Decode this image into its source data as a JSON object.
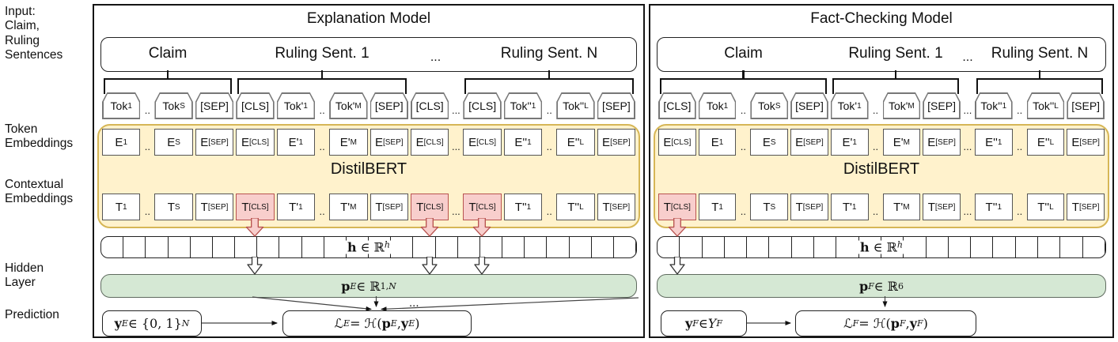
{
  "side_labels": {
    "input": [
      "Input:",
      "Claim,",
      "Ruling",
      "Sentences"
    ],
    "token": [
      "Token",
      "Embeddings"
    ],
    "contextual": [
      "Contextual",
      "Embeddings"
    ],
    "hidden": [
      "Hidden",
      "Layer"
    ],
    "prediction": [
      "Prediction"
    ]
  },
  "colors": {
    "yellow_fill": "#FFF2CC",
    "yellow_border": "#D6B656",
    "pink_fill": "#F8CECC",
    "pink_border": "#B85450",
    "green_fill": "#D5E8D4"
  },
  "panels": [
    {
      "title": "Explanation Model",
      "distilbert": "DistilBERT",
      "input_groups": [
        {
          "label": "Claim",
          "from": 0,
          "to": 3
        },
        {
          "label": "Ruling Sent. 1",
          "from": 4,
          "to": 8
        },
        {
          "label": "Ruling Sent. N",
          "from": 11,
          "to": 15
        }
      ],
      "input_gap_dots": "...",
      "tokens": [
        {
          "label": "Tok_{1}"
        },
        {
          "dots": ".."
        },
        {
          "label": "Tok_{S}"
        },
        {
          "label": "[SEP]"
        },
        {
          "label": "[CLS]"
        },
        {
          "label": "Tok'_{1}"
        },
        {
          "dots": ".."
        },
        {
          "label": "Tok'_{M}"
        },
        {
          "label": "[SEP]"
        },
        {
          "label": "[CLS]"
        },
        {
          "dots": "..."
        },
        {
          "label": "[CLS]"
        },
        {
          "label": "Tok''_{1}"
        },
        {
          "dots": ".."
        },
        {
          "label": "Tok''_{L}"
        },
        {
          "label": "[SEP]"
        }
      ],
      "embeddings": [
        {
          "label": "E_{1}"
        },
        {
          "dots": ".."
        },
        {
          "label": "E_{S}"
        },
        {
          "label": "E_{[SEP]}"
        },
        {
          "label": "E_{[CLS]}"
        },
        {
          "label": "E'_{1}"
        },
        {
          "dots": ".."
        },
        {
          "label": "E'_{M}"
        },
        {
          "label": "E_{[SEP]}"
        },
        {
          "label": "E_{[CLS]}"
        },
        {
          "dots": "..."
        },
        {
          "label": "E_{[CLS]}"
        },
        {
          "label": "E''_{1}"
        },
        {
          "dots": ".."
        },
        {
          "label": "E''_{L}"
        },
        {
          "label": "E_{[SEP]}"
        }
      ],
      "contextual": [
        {
          "label": "T_{1}"
        },
        {
          "dots": ".."
        },
        {
          "label": "T_{S}"
        },
        {
          "label": "T_{[SEP]}"
        },
        {
          "label": "T_{[CLS]}",
          "hl": true
        },
        {
          "label": "T'_{1}"
        },
        {
          "dots": ".."
        },
        {
          "label": "T'_{M}"
        },
        {
          "label": "T_{[SEP]}"
        },
        {
          "label": "T_{[CLS]}",
          "hl": true
        },
        {
          "dots": "..."
        },
        {
          "label": "T_{[CLS]}",
          "hl": true
        },
        {
          "label": "T''_{1}"
        },
        {
          "dots": ".."
        },
        {
          "label": "T''_{L}"
        },
        {
          "label": "T_{[SEP]}"
        }
      ],
      "hidden_cells": 24,
      "hidden_label": "**h** ∈ ℝ^{*h*}",
      "dense_label": "**p**^{*E*} ∈ ℝ^{1,*N*}",
      "fanout_dots": "...",
      "truth_label": "**y**^{*E*} ∈ {0, 1}^{*N*}",
      "loss_label": "ℒ_{*E*} = ℋ(**p**^{*E*}, **y**^{*E*})"
    },
    {
      "title": "Fact-Checking Model",
      "distilbert": "DistilBERT",
      "input_groups": [
        {
          "label": "Claim",
          "from": 0,
          "to": 4
        },
        {
          "label": "Ruling Sent. 1",
          "from": 5,
          "to": 8
        },
        {
          "label": "Ruling Sent. N",
          "from": 10,
          "to": 13
        }
      ],
      "input_gap_dots": "...",
      "tokens": [
        {
          "label": "[CLS]"
        },
        {
          "label": "Tok_{1}"
        },
        {
          "dots": ".."
        },
        {
          "label": "Tok_{S}"
        },
        {
          "label": "[SEP]"
        },
        {
          "label": "Tok'_{1}"
        },
        {
          "dots": ".."
        },
        {
          "label": "Tok'_{M}"
        },
        {
          "label": "[SEP]"
        },
        {
          "dots": "..."
        },
        {
          "label": "Tok''_{1}"
        },
        {
          "dots": ".."
        },
        {
          "label": "Tok''_{L}"
        },
        {
          "label": "[SEP]"
        }
      ],
      "embeddings": [
        {
          "label": "E_{[CLS]}"
        },
        {
          "label": "E_{1}"
        },
        {
          "dots": ".."
        },
        {
          "label": "E_{S}"
        },
        {
          "label": "E_{[SEP]}"
        },
        {
          "label": "E'_{1}"
        },
        {
          "dots": ".."
        },
        {
          "label": "E'_{M}"
        },
        {
          "label": "E_{[SEP]}"
        },
        {
          "dots": "..."
        },
        {
          "label": "E''_{1}"
        },
        {
          "dots": ".."
        },
        {
          "label": "E''_{L}"
        },
        {
          "label": "E_{[SEP]}"
        }
      ],
      "contextual": [
        {
          "label": "T_{[CLS]}",
          "hl": true
        },
        {
          "label": "T_{1}"
        },
        {
          "dots": ".."
        },
        {
          "label": "T_{S}"
        },
        {
          "label": "T_{[SEP]}"
        },
        {
          "label": "T'_{1}"
        },
        {
          "dots": ".."
        },
        {
          "label": "T'_{M}"
        },
        {
          "label": "T_{[SEP]}"
        },
        {
          "dots": "..."
        },
        {
          "label": "T''_{1}"
        },
        {
          "dots": ".."
        },
        {
          "label": "T''_{L}"
        },
        {
          "label": "T_{[SEP]}"
        }
      ],
      "hidden_cells": 20,
      "hidden_label": "**h** ∈ ℝ^{*h*}",
      "dense_label": "**p**^{*F*} ∈ ℝ^{6}",
      "truth_label": "**y**^{*F*} ∈ *Y*_{*F*}",
      "loss_label": "ℒ_{*F*} = ℋ(**p**^{*F*}, **y**^{*F*})"
    }
  ]
}
